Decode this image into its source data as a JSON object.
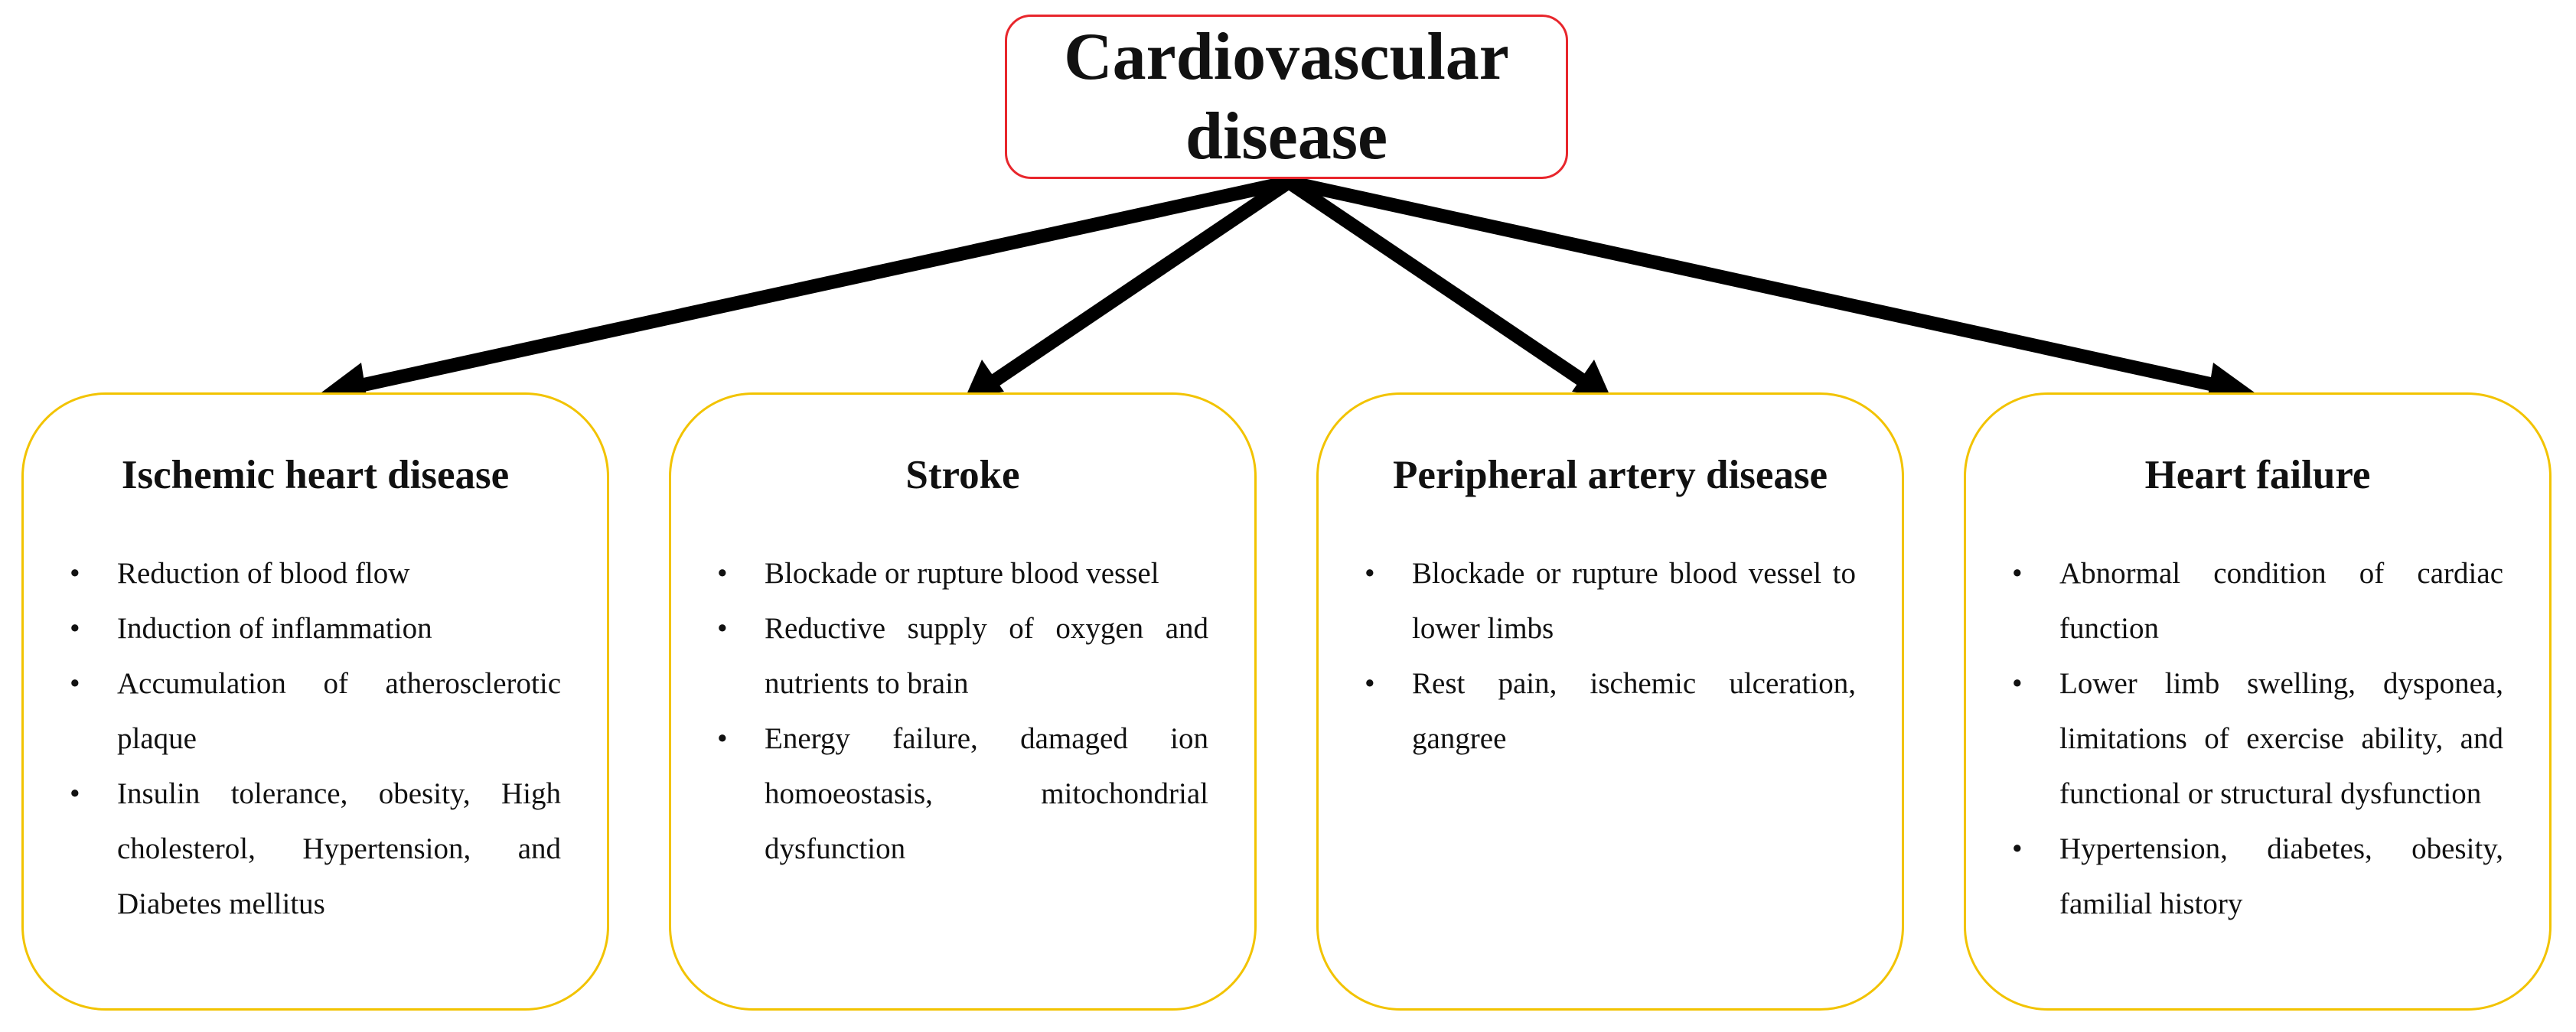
{
  "root": {
    "title": "Cardiovascular disease"
  },
  "colors": {
    "root_border": "#e8262c",
    "card_border": "#f2c300",
    "arrow": "#000000"
  },
  "categories": [
    {
      "title": "Ischemic heart disease",
      "items": [
        "Reduction of blood flow",
        "Induction of inflammation",
        "Accumulation of atherosclerotic plaque",
        "Insulin tolerance, obesity, High cholesterol, Hypertension, and Diabetes mellitus"
      ]
    },
    {
      "title": "Stroke",
      "items": [
        "Blockade or rupture blood vessel",
        "Reductive supply of oxygen and nutrients to brain",
        "Energy failure, damaged ion homoeostasis, mitochondrial dysfunction"
      ]
    },
    {
      "title": "Peripheral artery disease",
      "items": [
        "Blockade or rupture blood vessel to lower limbs",
        "Rest pain, ischemic ulceration, gangree"
      ]
    },
    {
      "title": "Heart failure",
      "items": [
        "Abnormal condition of cardiac function",
        "Lower limb swelling, dysponea, limitations of exercise ability, and functional or structural dysfunction",
        "Hypertension, diabetes, obesity, familial history"
      ]
    }
  ]
}
